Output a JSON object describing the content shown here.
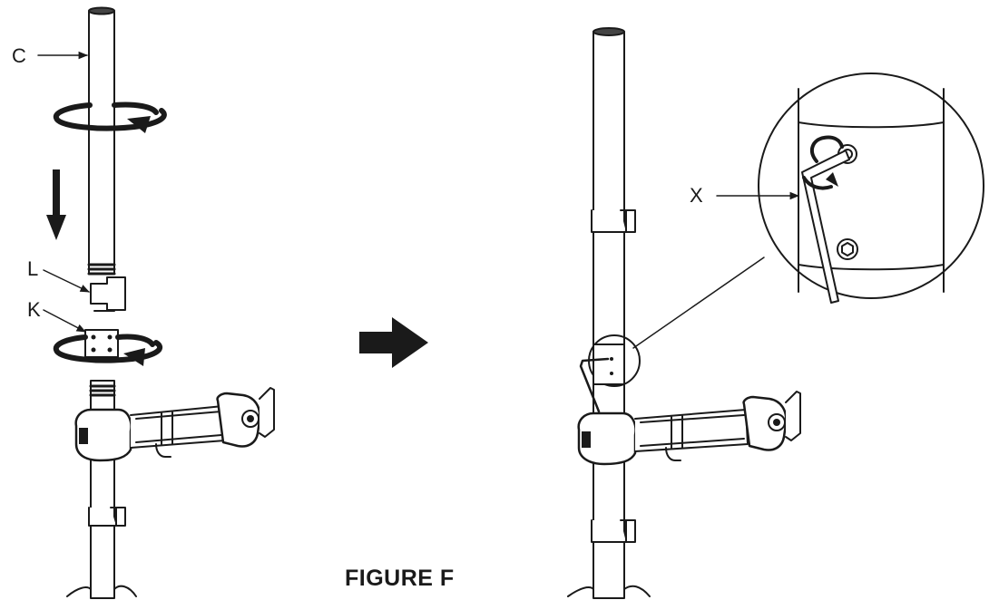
{
  "figure": {
    "title": "FIGURE F",
    "labels": {
      "c": "C",
      "l": "L",
      "k": "K",
      "x": "X"
    },
    "colors": {
      "ink": "#1a1a1a",
      "paper": "#ffffff"
    }
  },
  "icons": [
    "rotate-arrow-icon",
    "down-arrow-icon",
    "next-step-arrow-icon",
    "allen-key-icon"
  ]
}
